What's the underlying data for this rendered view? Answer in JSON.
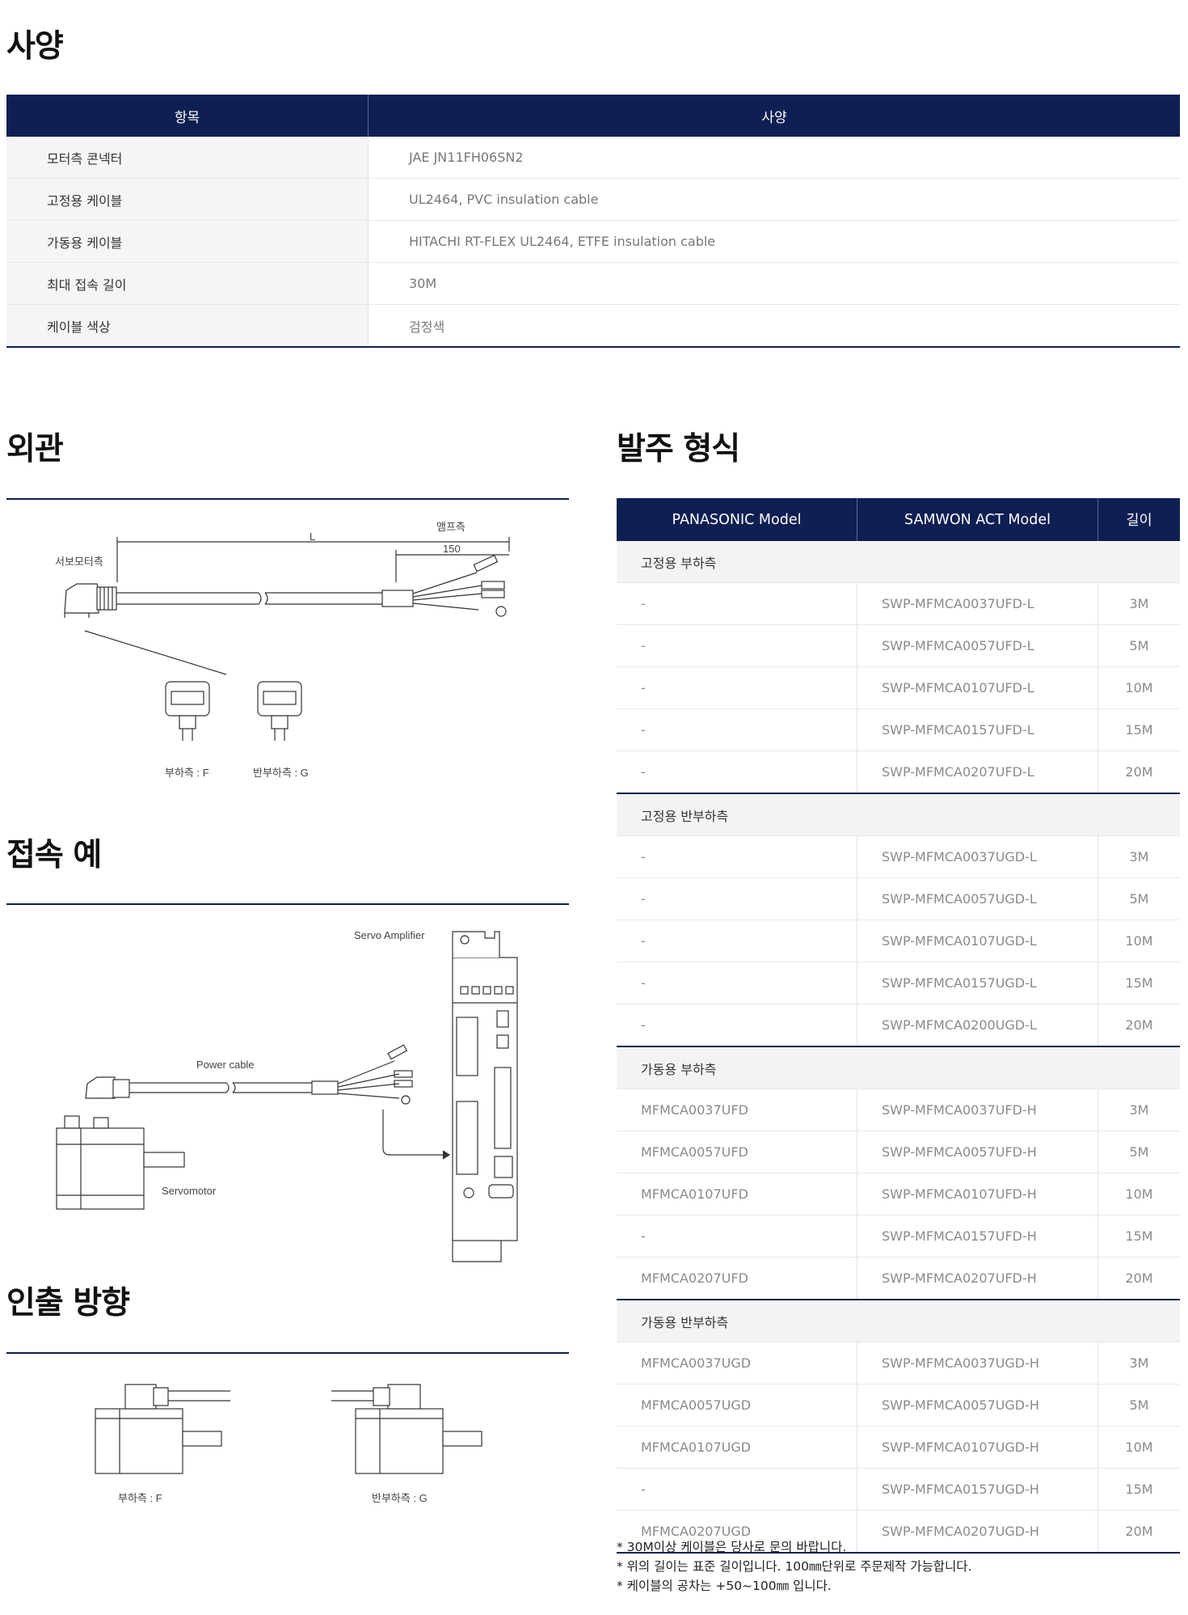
{
  "spec": {
    "title": "사양",
    "headers": [
      "항목",
      "사양"
    ],
    "rows": [
      {
        "key": "모터측 콘넥터",
        "value": "JAE JN11FH06SN2"
      },
      {
        "key": "고정용 케이블",
        "value": "UL2464, PVC insulation cable"
      },
      {
        "key": "가동용 케이블",
        "value": "HITACHI RT-FLEX UL2464, ETFE insulation cable"
      },
      {
        "key": "최대 접속 길이",
        "value": "30M"
      },
      {
        "key": "케이블 색상",
        "value": "검정색"
      }
    ]
  },
  "appearance": {
    "title": "외관",
    "label_amp": "앰프측",
    "label_motor": "서보모터측",
    "label_L": "L",
    "label_150": "150",
    "label_F": "부하측 : F",
    "label_G": "반부하측 : G"
  },
  "connection": {
    "title": "접속 예",
    "label_amp": "Servo Amplifier",
    "label_cable": "Power cable",
    "label_motor": "Servomotor"
  },
  "direction": {
    "title": "인출 방향",
    "label_F": "부하측 : F",
    "label_G": "반부하측 : G"
  },
  "order": {
    "title": "발주 형식",
    "headers": [
      "PANASONIC Model",
      "SAMWON ACT Model",
      "길이"
    ],
    "groups": [
      {
        "name": "고정용 부하측",
        "rows": [
          [
            "-",
            "SWP-MFMCA0037UFD-L",
            "3M"
          ],
          [
            "-",
            "SWP-MFMCA0057UFD-L",
            "5M"
          ],
          [
            "-",
            "SWP-MFMCA0107UFD-L",
            "10M"
          ],
          [
            "-",
            "SWP-MFMCA0157UFD-L",
            "15M"
          ],
          [
            "-",
            "SWP-MFMCA0207UFD-L",
            "20M"
          ]
        ]
      },
      {
        "name": "고정용 반부하측",
        "rows": [
          [
            "-",
            "SWP-MFMCA0037UGD-L",
            "3M"
          ],
          [
            "-",
            "SWP-MFMCA0057UGD-L",
            "5M"
          ],
          [
            "-",
            "SWP-MFMCA0107UGD-L",
            "10M"
          ],
          [
            "-",
            "SWP-MFMCA0157UGD-L",
            "15M"
          ],
          [
            "-",
            "SWP-MFMCA0200UGD-L",
            "20M"
          ]
        ]
      },
      {
        "name": "가동용 부하측",
        "rows": [
          [
            "MFMCA0037UFD",
            "SWP-MFMCA0037UFD-H",
            "3M"
          ],
          [
            "MFMCA0057UFD",
            "SWP-MFMCA0057UFD-H",
            "5M"
          ],
          [
            "MFMCA0107UFD",
            "SWP-MFMCA0107UFD-H",
            "10M"
          ],
          [
            "-",
            "SWP-MFMCA0157UFD-H",
            "15M"
          ],
          [
            "MFMCA0207UFD",
            "SWP-MFMCA0207UFD-H",
            "20M"
          ]
        ]
      },
      {
        "name": "가동용 반부하측",
        "rows": [
          [
            "MFMCA0037UGD",
            "SWP-MFMCA0037UGD-H",
            "3M"
          ],
          [
            "MFMCA0057UGD",
            "SWP-MFMCA0057UGD-H",
            "5M"
          ],
          [
            "MFMCA0107UGD",
            "SWP-MFMCA0107UGD-H",
            "10M"
          ],
          [
            "-",
            "SWP-MFMCA0157UGD-H",
            "15M"
          ],
          [
            "MFMCA0207UGD",
            "SWP-MFMCA0207UGD-H",
            "20M"
          ]
        ]
      }
    ],
    "notes": [
      "* 30M이상 케이블은 당사로 문의 바랍니다.",
      "* 위의 길이는 표준 길이입니다. 100㎜단위로 주문제작 가능합니다.",
      "* 케이블의 공차는 +50~100㎜ 입니다."
    ]
  }
}
